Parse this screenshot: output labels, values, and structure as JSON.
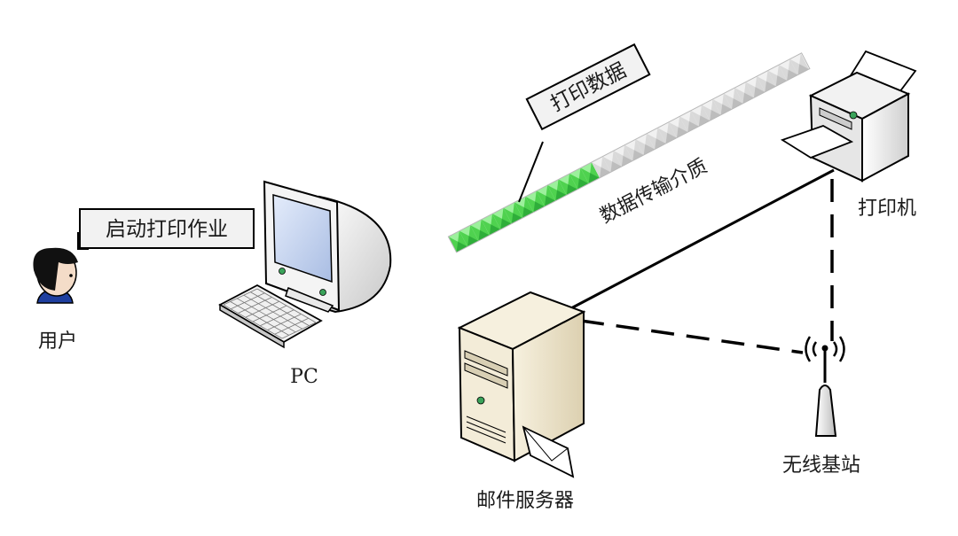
{
  "labels": {
    "user": "用户",
    "pc": "PC",
    "printer": "打印机",
    "mail_server": "邮件服务器",
    "base_station": "无线基站",
    "medium": "数据传输介质"
  },
  "callouts": {
    "start_job": "启动打印作业",
    "print_data": "打印数据"
  },
  "transfer": {
    "progress": 0.42
  },
  "colors": {
    "progress_fill": "#4fd24f",
    "progress_empty": "#d9d9d9",
    "line": "#000000",
    "monitor_screen": "#c9d6f0",
    "server_body": "#efe6cf",
    "button_green": "#3aa35a"
  }
}
